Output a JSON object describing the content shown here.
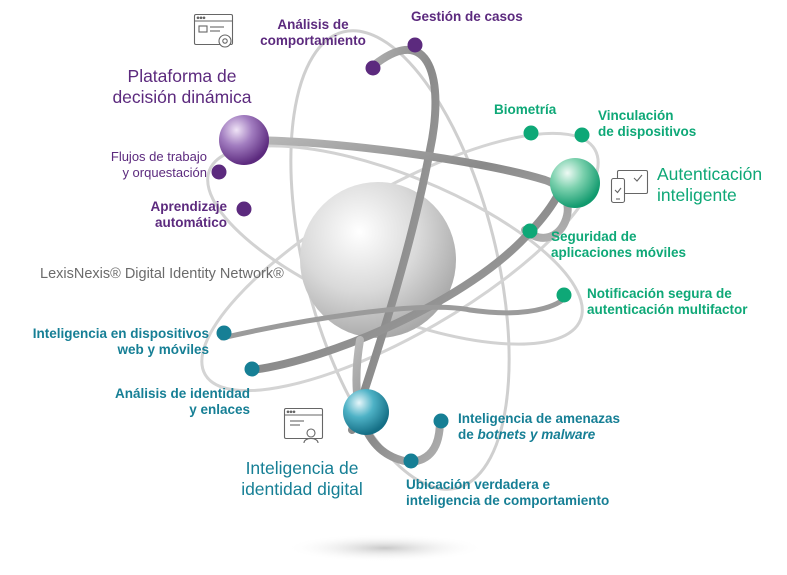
{
  "hub_label": "LexisNexis® Digital Identity Network®",
  "colors": {
    "purple": "#5c2a7e",
    "green": "#0ea877",
    "teal": "#167f95",
    "orbit": "#8f8f8f",
    "hub_text": "#6b6b6b"
  },
  "clusters": {
    "decision": {
      "title": [
        "Plataforma de",
        "decisión dinámica"
      ],
      "icon": "browser-gear-icon",
      "items": {
        "case_mgmt": [
          "Gestión de casos"
        ],
        "behavior": [
          "Análisis de",
          "comportamiento"
        ],
        "workflows": [
          "Flujos de trabajo",
          "y orquestación"
        ],
        "ml": [
          "Aprendizaje",
          "automático"
        ]
      }
    },
    "auth": {
      "title": [
        "Autenticación",
        "inteligente"
      ],
      "icon": "mobile-check-icon",
      "items": {
        "biometrics": [
          "Biometría"
        ],
        "device_binding": [
          "Vinculación",
          "de dispositivos"
        ],
        "app_security": [
          "Seguridad de",
          "aplicaciones móviles"
        ],
        "mfa": [
          "Notificación segura de",
          "autenticación multifactor"
        ]
      }
    },
    "identity": {
      "title": [
        "Inteligencia de",
        "identidad digital"
      ],
      "icon": "browser-user-icon",
      "items": {
        "device_intel": [
          "Inteligencia en dispositivos",
          "web y móviles"
        ],
        "link_analysis": [
          "Análisis de identidad",
          "y enlaces"
        ],
        "threat_intel": [
          "Inteligencia de amenazas",
          "de "
        ],
        "threat_intel_italic": "botnets y malware",
        "true_location": [
          "Ubicación verdadera e",
          "inteligencia de comportamiento"
        ]
      }
    }
  }
}
